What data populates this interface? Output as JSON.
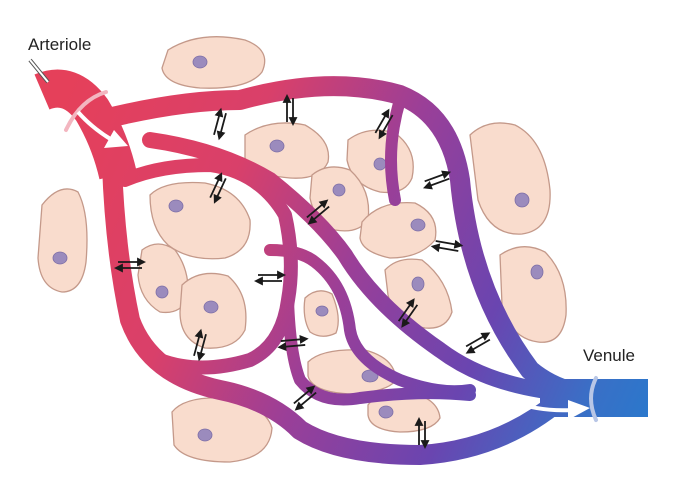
{
  "labels": {
    "arteriole": "Arteriole",
    "venule": "Venule"
  },
  "colors": {
    "arterial": "#e43c58",
    "transition": "#8a3fa0",
    "venous": "#2f6fc8",
    "cell_fill": "#f9dccd",
    "cell_outline": "#c89a8c",
    "nucleus": "#9b8bbd",
    "exchange_arrow": "#1a1a1a",
    "flow_arrow": "#ffffff"
  },
  "icons": {
    "flow": "curved-white-arrow",
    "exchange": "bidirectional-arrow-pair"
  }
}
